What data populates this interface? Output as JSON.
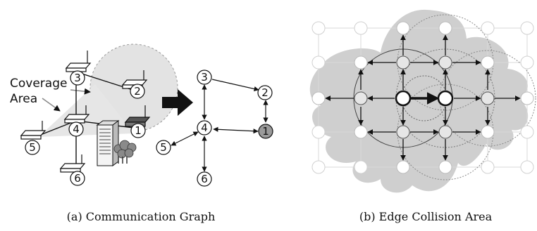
{
  "left_figure": {
    "caption": "(a) Communication Graph",
    "annotation_coverage": "Coverage",
    "annotation_area": "Area",
    "nodes": [
      {
        "id": "1",
        "label": "1"
      },
      {
        "id": "2",
        "label": "2"
      },
      {
        "id": "3",
        "label": "3"
      },
      {
        "id": "4",
        "label": "4"
      },
      {
        "id": "5",
        "label": "5"
      },
      {
        "id": "6",
        "label": "6"
      }
    ]
  },
  "right_figure": {
    "caption": "(b) Edge Collision Area"
  }
}
